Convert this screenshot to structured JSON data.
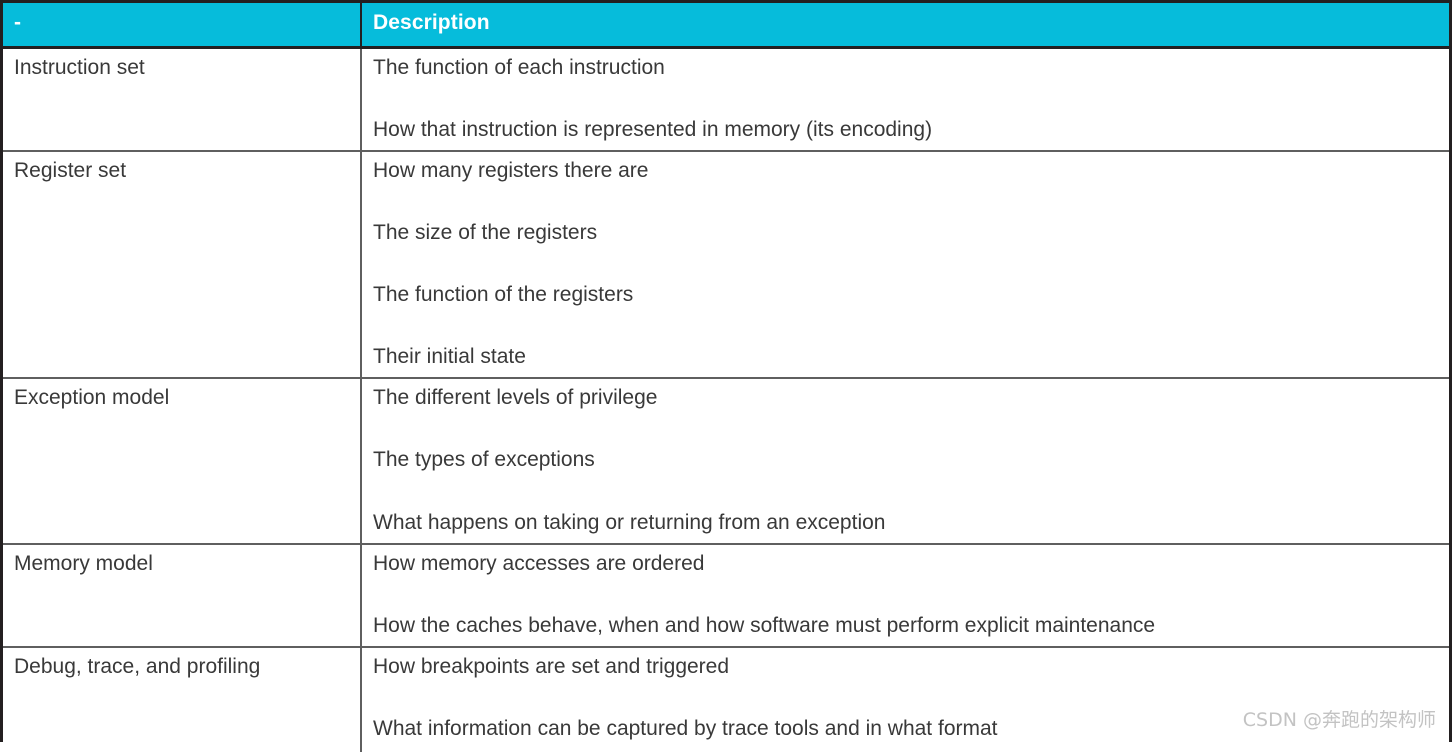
{
  "table": {
    "headers": {
      "topic": "-",
      "description": "Description"
    },
    "header_background": "#06bcdb",
    "header_text_color": "#ffffff",
    "body_text_color": "#393939",
    "rows": [
      {
        "topic": "Instruction set",
        "description_lines": [
          "The function of each instruction",
          "How that instruction is represented in memory (its encoding)"
        ]
      },
      {
        "topic": "Register set",
        "description_lines": [
          "How many registers there are",
          "The size of the registers",
          "The function of the registers",
          "Their initial state"
        ]
      },
      {
        "topic": "Exception model",
        "description_lines": [
          "The different levels of privilege",
          "The types of exceptions",
          "What happens on taking or returning from an exception"
        ]
      },
      {
        "topic": "Memory model",
        "description_lines": [
          "How memory accesses are ordered",
          "How the caches behave, when and how software must perform explicit maintenance"
        ]
      },
      {
        "topic": "Debug, trace, and profiling",
        "description_lines": [
          "How breakpoints are set and triggered",
          "What information can be captured by trace tools and in what format"
        ]
      }
    ]
  },
  "watermark": {
    "text": "CSDN @奔跑的架构师"
  }
}
